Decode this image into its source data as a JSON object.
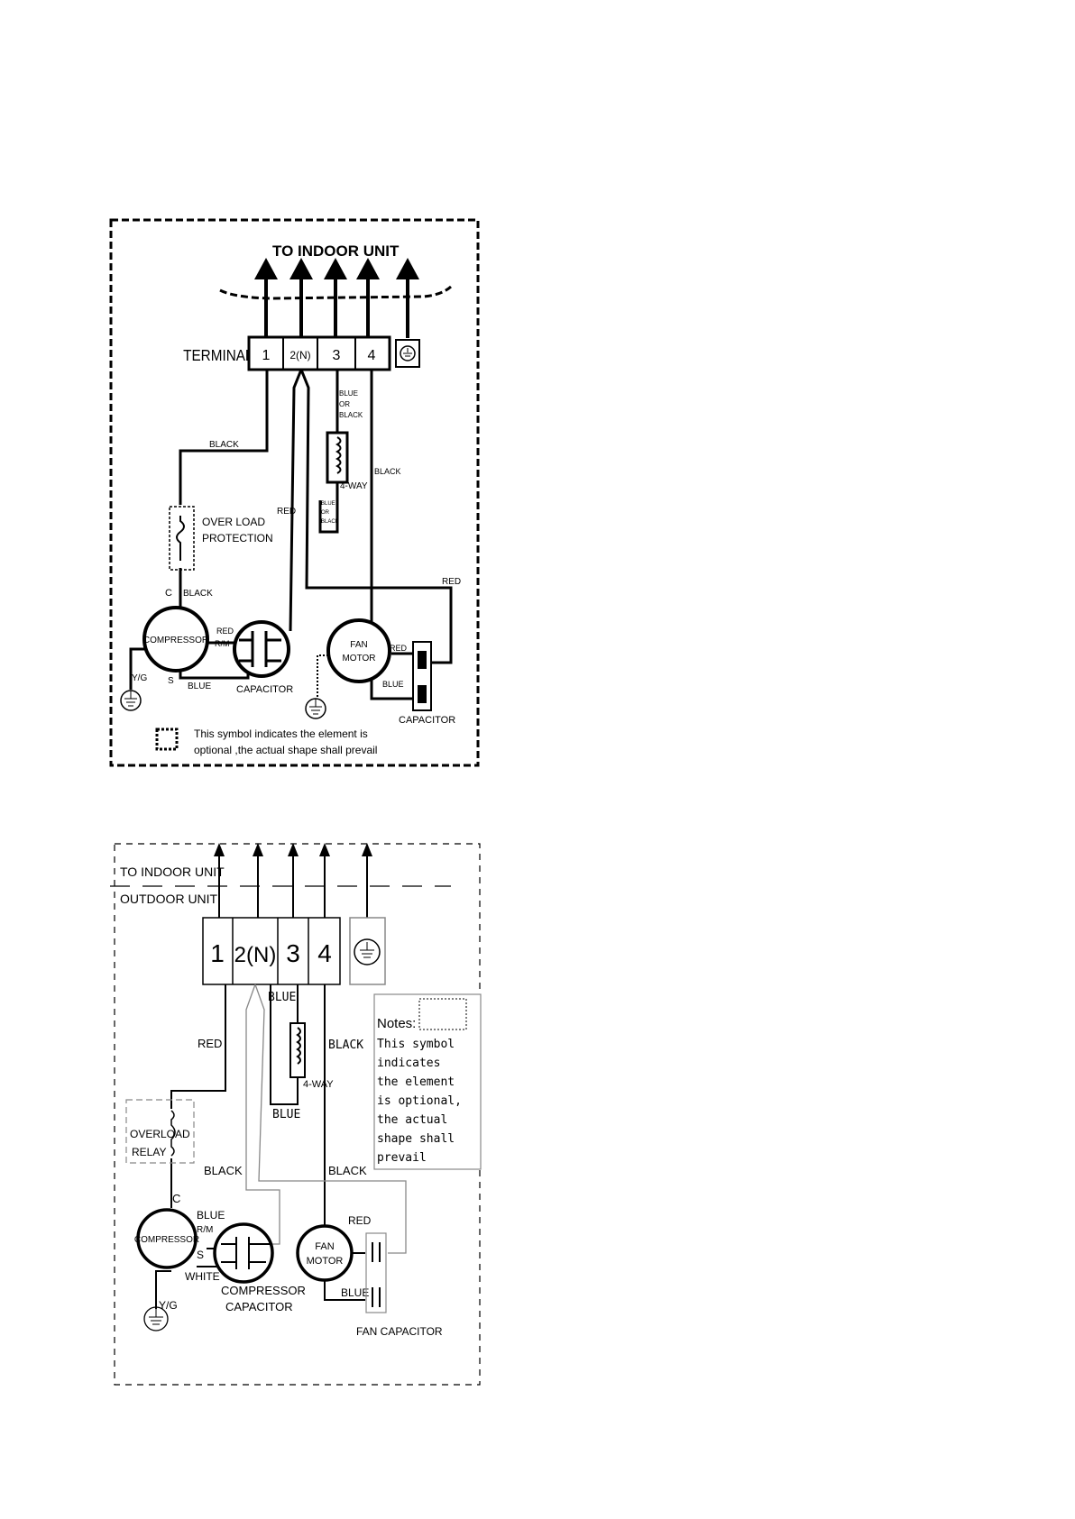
{
  "diagram1": {
    "title": "TO INDOOR UNIT",
    "terminal_label": "TERMINAL",
    "terminals": [
      "1",
      "2(N)",
      "3",
      "4"
    ],
    "wires": {
      "black1": "BLACK",
      "black2": "BLACK",
      "red_main": "RED",
      "red_fan": "RED",
      "red_comp": "RED",
      "blue_comp": "BLUE",
      "blue_fan": "BLUE",
      "orange4": "BLACK",
      "blue_or_black_top": [
        "BLUE",
        "OR",
        "BLACK"
      ],
      "blue_or_black_bottom": [
        "BLUE",
        "OR",
        "BLACK"
      ],
      "yg": "Y/G"
    },
    "fourway": "4-WAY",
    "overload": [
      "OVER LOAD",
      "PROTECTION"
    ],
    "compressor": "COMPRESSOR",
    "c_label": "C",
    "r_label": "R/M",
    "s_label": "S",
    "capacitor": "CAPACITOR",
    "fan_motor": [
      "FAN",
      "MOTOR"
    ],
    "fan_capacitor": "CAPACITOR",
    "note": [
      "This symbol indicates the element is",
      "optional ,the actual shape shall prevail"
    ]
  },
  "diagram2": {
    "to_indoor": "TO INDOOR UNIT",
    "outdoor": "OUTDOOR UNIT",
    "terminals": [
      "1",
      "2(N)",
      "3",
      "4"
    ],
    "wires": {
      "blue_top": "BLUE",
      "red": "RED",
      "black_4": "BLACK",
      "blue_4way": "BLUE",
      "black_left": "BLACK",
      "black_right": "BLACK",
      "blue_comp": "BLUE",
      "white": "WHITE",
      "red_fan": "RED",
      "blue_fan": "BLUE",
      "yg": "Y/G"
    },
    "fourway": "4-WAY",
    "overload": [
      "OVERLOAD",
      "RELAY"
    ],
    "c_label": "C",
    "r_label": "R/M",
    "s_label": "S",
    "compressor": "COMPRESSOR",
    "comp_capacitor": [
      "COMPRESSOR",
      "CAPACITOR"
    ],
    "fan_motor": [
      "FAN",
      "MOTOR"
    ],
    "fan_capacitor": "FAN CAPACITOR",
    "notes_title": "Notes:",
    "notes": [
      "This symbol",
      "indicates",
      "the element",
      "is optional,",
      "the actual",
      "shape shall",
      "prevail"
    ]
  }
}
